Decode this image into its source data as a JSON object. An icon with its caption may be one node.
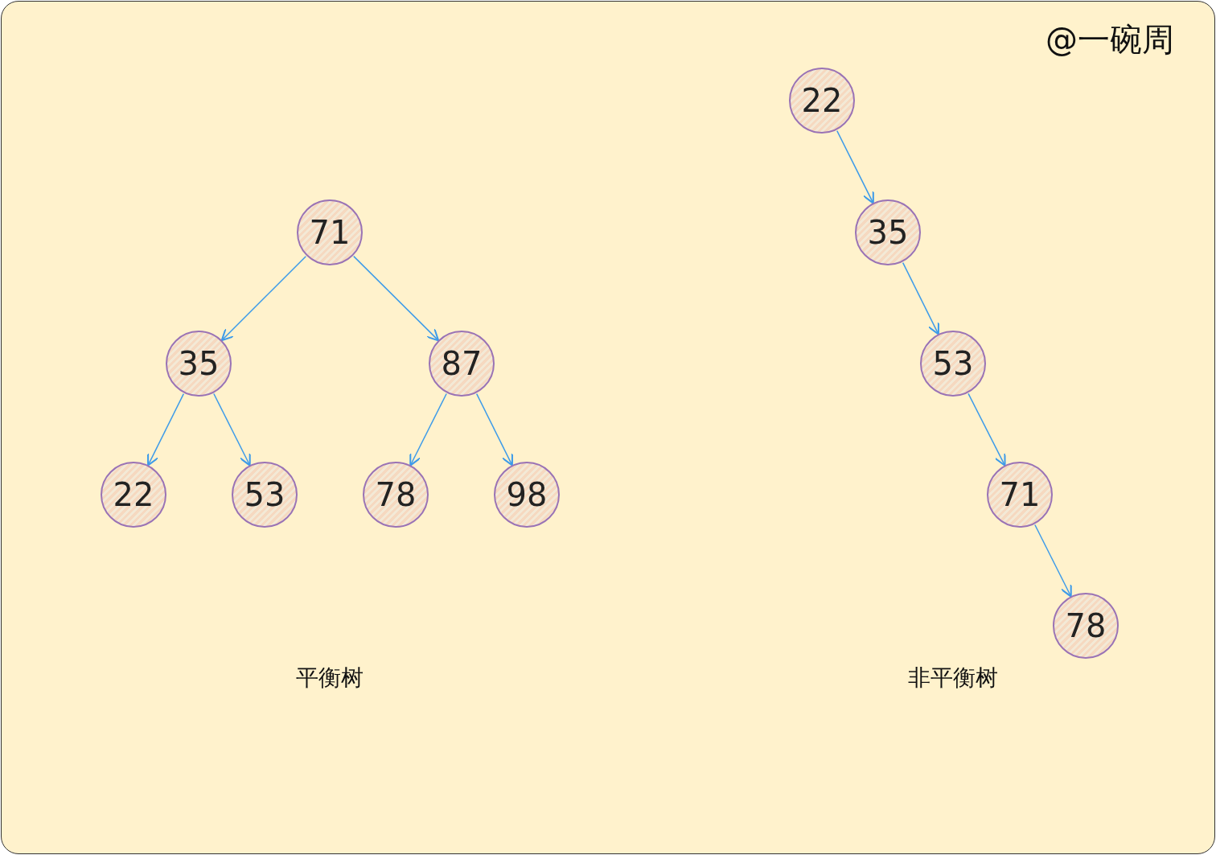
{
  "diagram": {
    "nodes": [
      {
        "text": [
          "71"
        ]
      },
      {
        "text": [
          "35"
        ]
      },
      {
        "text": [
          "87"
        ]
      },
      {
        "text": [
          "22"
        ]
      },
      {
        "text": [
          "53"
        ]
      },
      {
        "text": [
          "78"
        ]
      },
      {
        "text": [
          "98"
        ]
      },
      {
        "text": [
          "22"
        ]
      },
      {
        "text": [
          "35"
        ]
      },
      {
        "text": [
          "53"
        ]
      },
      {
        "text": [
          "71"
        ]
      },
      {
        "text": [
          "78"
        ]
      }
    ],
    "edges": [
      {
        "from": 0,
        "to": 1,
        "arrow": "to"
      },
      {
        "from": 0,
        "to": 2,
        "arrow": "to"
      },
      {
        "from": 1,
        "to": 3,
        "arrow": "to"
      },
      {
        "from": 1,
        "to": 4,
        "arrow": "to"
      },
      {
        "from": 2,
        "to": 5,
        "arrow": "to"
      },
      {
        "from": 2,
        "to": 6,
        "arrow": "to"
      },
      {
        "from": 7,
        "to": 8,
        "arrow": "to"
      },
      {
        "from": 8,
        "to": 9,
        "arrow": "to"
      },
      {
        "from": 9,
        "to": 10,
        "arrow": "to"
      },
      {
        "from": 10,
        "to": 11,
        "arrow": "to"
      }
    ],
    "labels": [
      "@一碗周",
      "平衡树",
      "非平衡树"
    ]
  }
}
